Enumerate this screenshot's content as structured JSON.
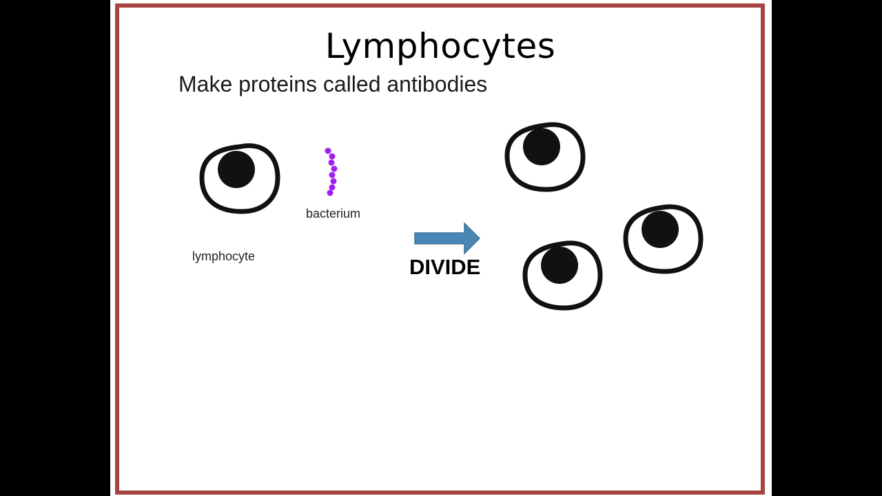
{
  "slide": {
    "title": "Lymphocytes",
    "subtitle": "Make proteins called antibodies",
    "labels": {
      "bacterium": "bacterium",
      "lymphocyte": "lymphocyte",
      "divide": "DIVIDE"
    }
  },
  "colors": {
    "border": "#a84343",
    "bacterium": "#a020f0",
    "arrow": "#4a86b4",
    "cell": "#111111"
  },
  "icons": {
    "arrow": "arrow-right-icon",
    "cell": "lymphocyte-cell-icon",
    "bacterium": "bacterium-chain-icon"
  }
}
